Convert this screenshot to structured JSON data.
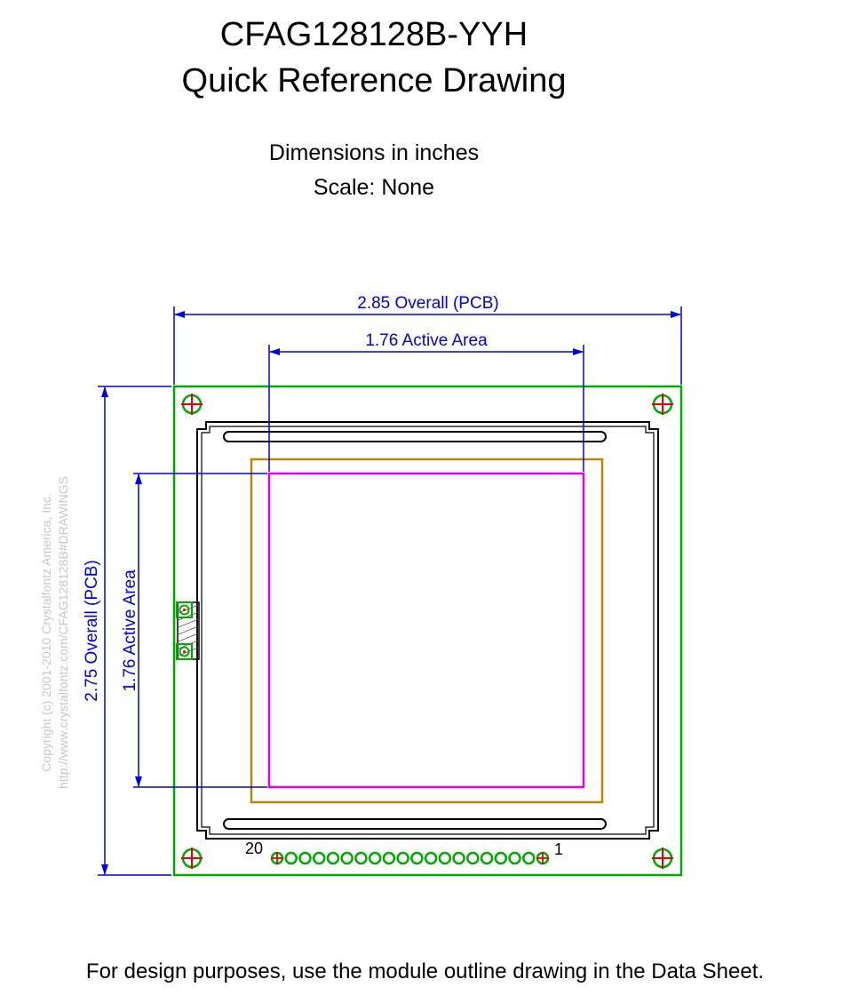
{
  "title": {
    "line1": "CFAG128128B-YYH",
    "line2": "Quick Reference Drawing"
  },
  "subtitle": {
    "units": "Dimensions in inches",
    "scale": "Scale: None"
  },
  "dimensions": {
    "overall_width": "2.85 Overall (PCB)",
    "active_width": "1.76 Active Area",
    "overall_height": "2.75 Overall (PCB)",
    "active_height": "1.76 Active Area"
  },
  "pins": {
    "count": 20,
    "label_first": "1",
    "label_last": "20"
  },
  "copyright": {
    "line1": "Copyright (c) 2001-2010 Crystalfontz America, Inc.",
    "line2": "http://www.crystalfontz.com/CFAG128128B#DRAWINGS"
  },
  "footer": "For design purposes, use the module outline drawing in the Data Sheet.",
  "colors": {
    "pcb": "#00aa00",
    "active_area": "#e600e6",
    "viewing_area": "#b8860b",
    "dimension": "#0000e6",
    "mount_hole": "#e60000",
    "frame": "#000000"
  }
}
